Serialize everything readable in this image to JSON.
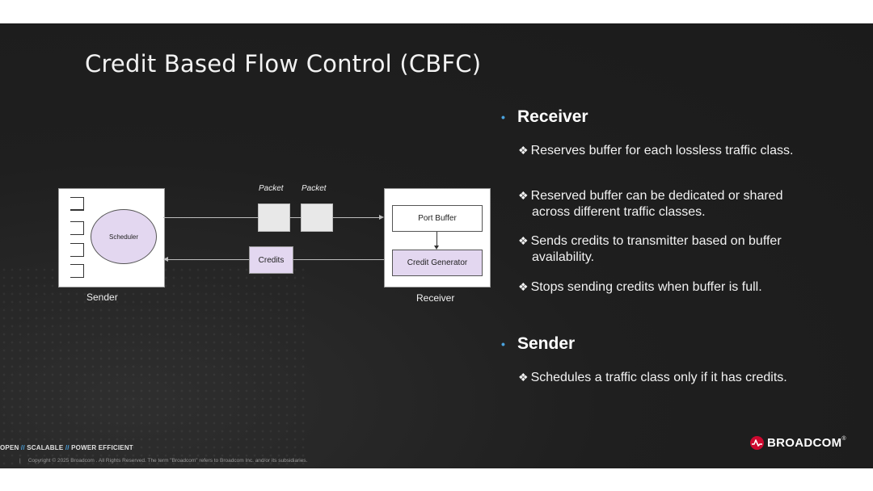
{
  "slide": {
    "title": "Credit Based Flow Control (CBFC)"
  },
  "diagram": {
    "sender_label": "Sender",
    "receiver_label": "Receiver",
    "scheduler_label": "Scheduler",
    "port_buffer_label": "Port Buffer",
    "credit_generator_label": "Credit Generator",
    "packet_labels": [
      "Packet",
      "Packet"
    ],
    "credits_label": "Credits"
  },
  "bullets": [
    {
      "heading": "Receiver",
      "items": [
        "Reserves buffer for each lossless traffic class.",
        "Reserved buffer can be dedicated or shared across different traffic classes.",
        "Sends credits to transmitter based on buffer availability.",
        "Stops sending credits when buffer is full."
      ]
    },
    {
      "heading": "Sender",
      "items": [
        "Schedules a traffic class only if it has credits."
      ]
    }
  ],
  "footer": {
    "tagline_parts": [
      "OPEN",
      "SCALABLE",
      "POWER EFFICIENT"
    ],
    "tagline_separator": "//",
    "copyright_bar": "|",
    "copyright": "Copyright © 2025 Broadcom . All Rights Reserved. The term \"Broadcom\" refers to Broadcom Inc. and/or its subsidiaries.",
    "logo_text": "BROADCOM",
    "logo_trademark": "®"
  },
  "colors": {
    "background": "#1e1e1e",
    "accent_blue": "#4aa3df",
    "lavender": "#e3d7f0",
    "broadcom_red": "#cc092f"
  },
  "icons": {
    "bullet": "bullet-dot-icon",
    "sub_bullet": "diamond-bullet-icon",
    "logo": "broadcom-pulse-icon"
  }
}
